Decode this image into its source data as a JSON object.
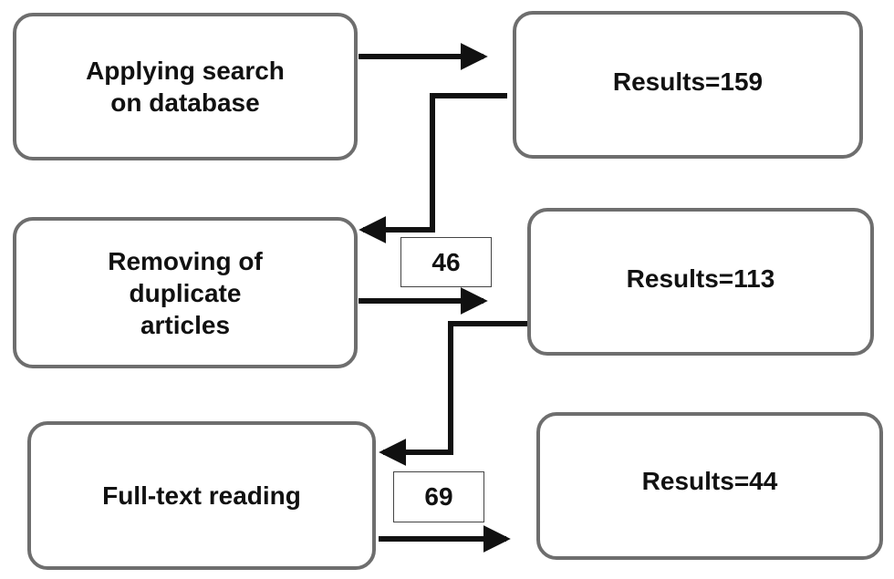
{
  "steps": [
    {
      "label": "Applying search\non database",
      "result": "Results=159"
    },
    {
      "label": "Removing of\nduplicate\narticles",
      "result": "Results=113"
    },
    {
      "label": "Full-text reading",
      "result": "Results=44"
    }
  ],
  "removed": [
    "46",
    "69"
  ],
  "colors": {
    "box_border": "#6e6e6e",
    "arrow": "#111111"
  }
}
